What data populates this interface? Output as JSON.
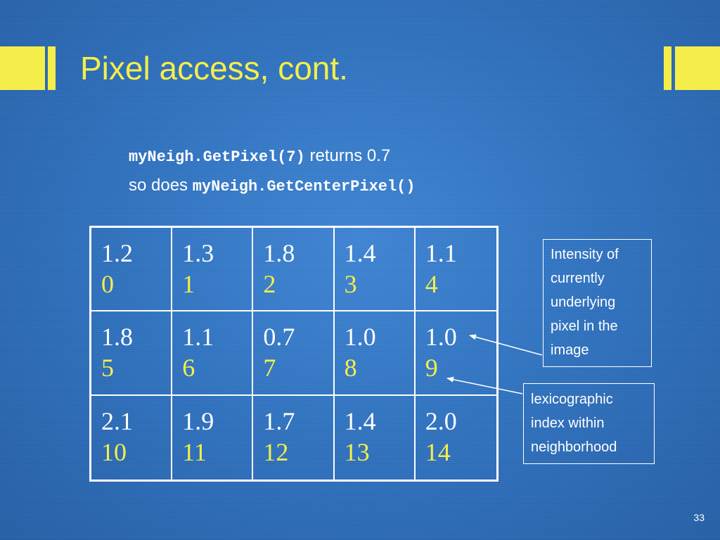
{
  "slide": {
    "title": "Pixel access, cont.",
    "line1": {
      "code": "myNeigh.GetPixel(7)",
      "text": " returns 0.7"
    },
    "line2": {
      "text": "so does ",
      "code": "myNeigh.GetCenterPixel()"
    },
    "grid": {
      "rows": [
        [
          {
            "value": "1.2",
            "index": "0"
          },
          {
            "value": "1.3",
            "index": "1"
          },
          {
            "value": "1.8",
            "index": "2"
          },
          {
            "value": "1.4",
            "index": "3"
          },
          {
            "value": "1.1",
            "index": "4"
          }
        ],
        [
          {
            "value": "1.8",
            "index": "5"
          },
          {
            "value": "1.1",
            "index": "6"
          },
          {
            "value": "0.7",
            "index": "7"
          },
          {
            "value": "1.0",
            "index": "8"
          },
          {
            "value": "1.0",
            "index": "9"
          }
        ],
        [
          {
            "value": "2.1",
            "index": "10"
          },
          {
            "value": "1.9",
            "index": "11"
          },
          {
            "value": "1.7",
            "index": "12"
          },
          {
            "value": "1.4",
            "index": "13"
          },
          {
            "value": "2.0",
            "index": "14"
          }
        ]
      ]
    },
    "callout_intensity": [
      "Intensity of",
      "currently",
      "underlying",
      "pixel in the",
      "image"
    ],
    "callout_index": [
      "lexicographic",
      "index within",
      "neighborhood"
    ],
    "slide_number": "33",
    "colors": {
      "background": "#3174c2",
      "accent": "#f5ee4a",
      "text": "#ffffff"
    }
  }
}
